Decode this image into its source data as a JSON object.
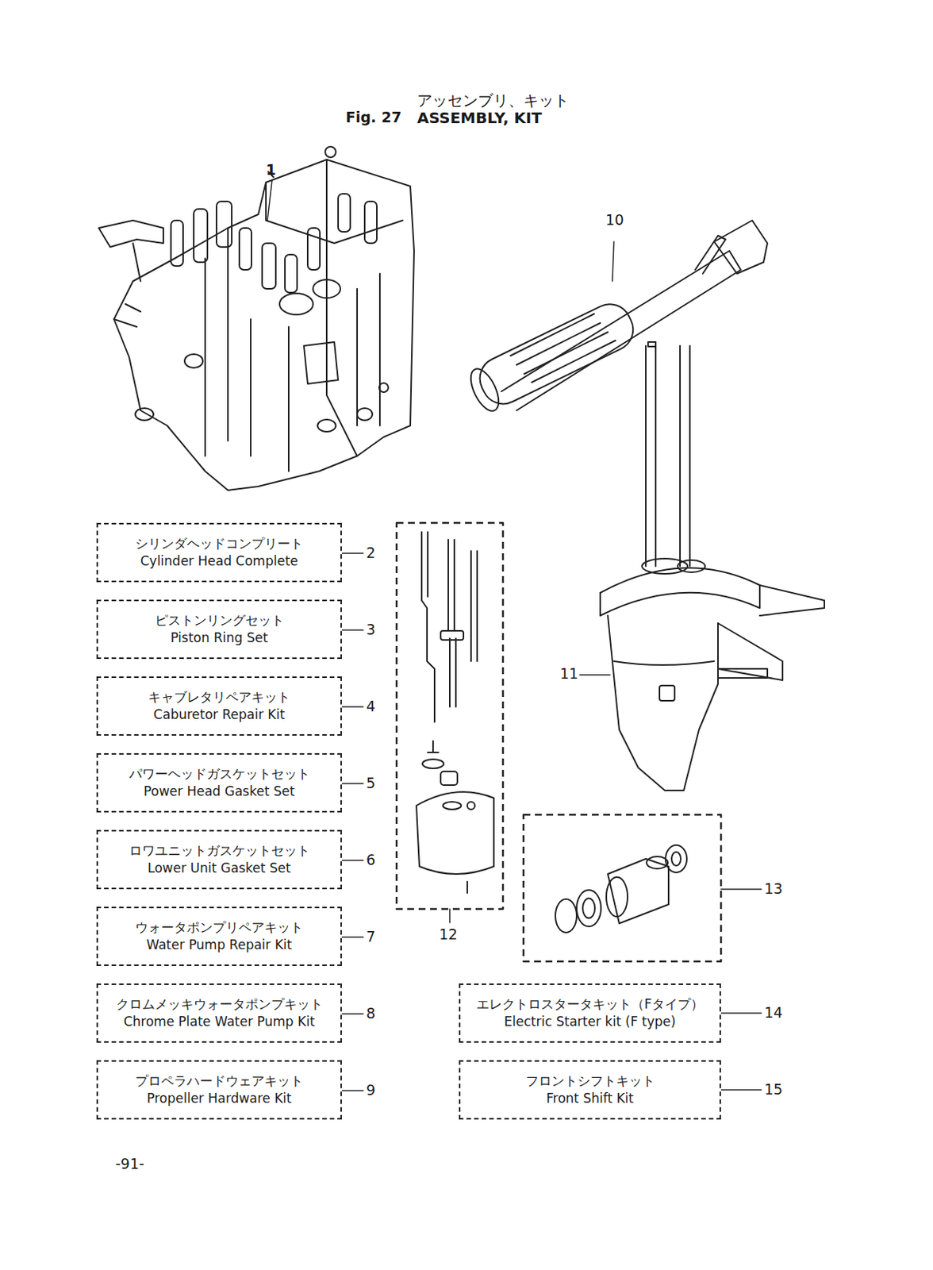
{
  "diagram": {
    "title": "ASSEMBLY, KIT",
    "nodes": [
      {
        "text": [
          "シリンダヘッドコンプリート",
          "Cylinder Head Complete"
        ]
      },
      {
        "text": [
          "ピストンリングセット",
          "Piston Ring Set"
        ]
      },
      {
        "text": [
          "キャブレタリペアキット",
          "Caburetor Repair Kit"
        ]
      },
      {
        "text": [
          "パワーヘッドガスケットセット",
          "Power Head Gasket Set"
        ]
      },
      {
        "text": [
          "ロワユニットガスケットセット",
          "Lower Unit Gasket Set"
        ]
      },
      {
        "text": [
          "ウォータポンプリペアキット",
          "Water Pump Repair Kit"
        ]
      },
      {
        "text": [
          "クロムメッキウォータポンプキット",
          "Chrome Plate Water Pump Kit"
        ]
      },
      {
        "text": [
          "プロペラハードウェアキット",
          "Propeller Hardware Kit"
        ]
      },
      {
        "text": [
          "エレクトロスタータキット（Fタイプ）",
          "Electric Starter kit (F type)"
        ]
      },
      {
        "text": [
          "フロントシフトキット",
          "Front Shift Kit"
        ]
      }
    ],
    "labels": [
      "アッセンブリ、キット",
      "Fig. 27",
      "1",
      "10",
      "11",
      "2",
      "3",
      "4",
      "5",
      "6",
      "7",
      "8",
      "9",
      "12",
      "13",
      "14",
      "15",
      "-91-"
    ]
  }
}
